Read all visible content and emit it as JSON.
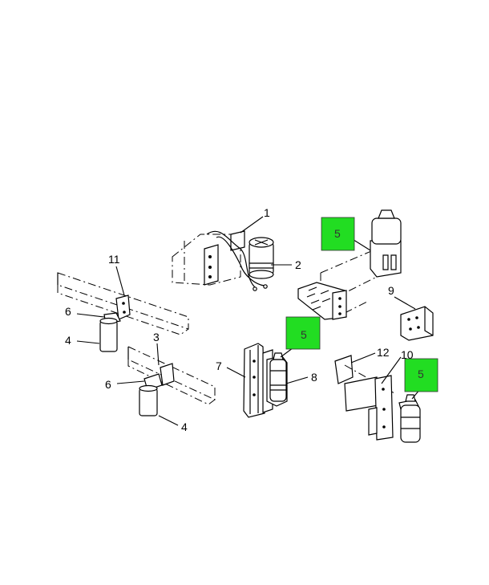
{
  "callouts": {
    "c1": "1",
    "c2": "2",
    "c3": "3",
    "c4a": "4",
    "c4b": "4",
    "c6a": "6",
    "c6b": "6",
    "c7": "7",
    "c8": "8",
    "c9": "9",
    "c10": "10",
    "c11": "11",
    "c12": "12"
  },
  "hotspots": {
    "top_right": "5",
    "middle": "5",
    "lower_right": "5"
  },
  "colors": {
    "hotspot_fill": "#22dd22",
    "line": "#000000"
  }
}
